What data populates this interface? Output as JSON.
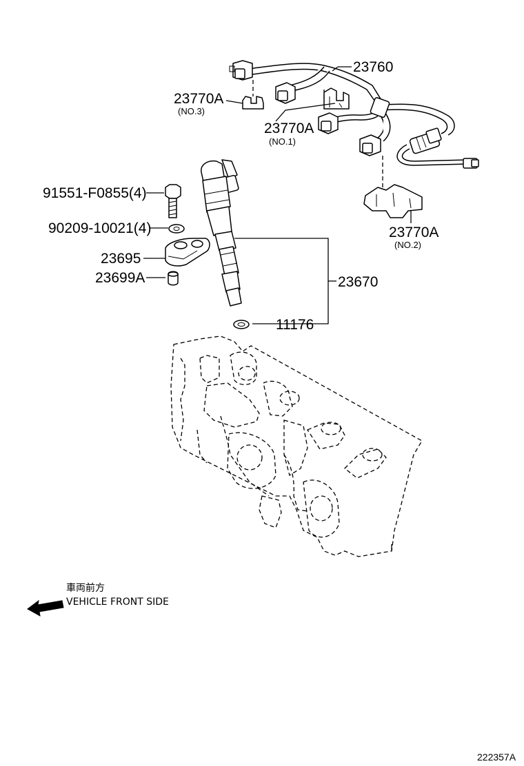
{
  "parts": {
    "p23760": {
      "label": "23760"
    },
    "p23770a_no3": {
      "label": "23770A",
      "sub": "(NO.3)"
    },
    "p23770a_no1": {
      "label": "23770A",
      "sub": "(NO.1)"
    },
    "p23770a_no2": {
      "label": "23770A",
      "sub": "(NO.2)"
    },
    "p91551": {
      "label": "91551-F0855(4)"
    },
    "p90209": {
      "label": "90209-10021(4)"
    },
    "p23695": {
      "label": "23695"
    },
    "p23699a": {
      "label": "23699A"
    },
    "p23670": {
      "label": "23670"
    },
    "p11176": {
      "label": "11176"
    }
  },
  "orientation": {
    "japanese": "車両前方",
    "english": "VEHICLE FRONT SIDE"
  },
  "illustration_code": "222357A"
}
